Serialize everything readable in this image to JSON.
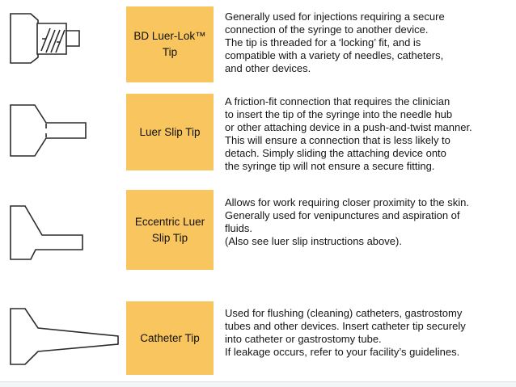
{
  "slide": {
    "topic": "Syringe tip types"
  },
  "colors": {
    "label_box_bg": "#F9C55F",
    "text": "#1a1a1a",
    "line_art_stroke": "#2b2b2b",
    "footer_strip_bg": "#f2f6f7",
    "footer_strip_line": "#dde4e7"
  },
  "rows": [
    {
      "name": "bd-luer-lok-tip",
      "label_lines": [
        "BD Luer-Lok™",
        "Tip"
      ],
      "description": [
        "Generally used for injections requiring a secure",
        "connection of the syringe to another device.",
        "The tip is threaded for a ‘locking’ fit, and is",
        "compatible with a variety of needles, catheters,",
        "and other devices."
      ]
    },
    {
      "name": "luer-slip-tip",
      "label_lines": [
        "Luer Slip Tip"
      ],
      "description": [
        "A friction-fit connection that requires the clinician",
        "to insert the tip of the syringe into the needle hub",
        "or other attaching device in a push-and-twist manner.",
        "This will ensure a connection that is less likely to",
        "detach. Simply sliding the attaching device onto",
        "the syringe tip will not ensure a secure fitting."
      ]
    },
    {
      "name": "eccentric-luer-slip-tip",
      "label_lines": [
        "Eccentric Luer",
        "Slip Tip"
      ],
      "description": [
        "Allows for work requiring closer proximity to the skin.",
        "Generally used for venipunctures and aspiration of",
        "fluids.",
        "(Also see luer slip instructions above)."
      ]
    },
    {
      "name": "catheter-tip",
      "label_lines": [
        "Catheter Tip"
      ],
      "description": [
        "Used for flushing (cleaning) catheters, gastrostomy",
        "tubes and other devices. Insert catheter tip securely",
        "into catheter or gastrostomy tube.",
        "If leakage occurs, refer to your facility’s guidelines."
      ]
    }
  ]
}
